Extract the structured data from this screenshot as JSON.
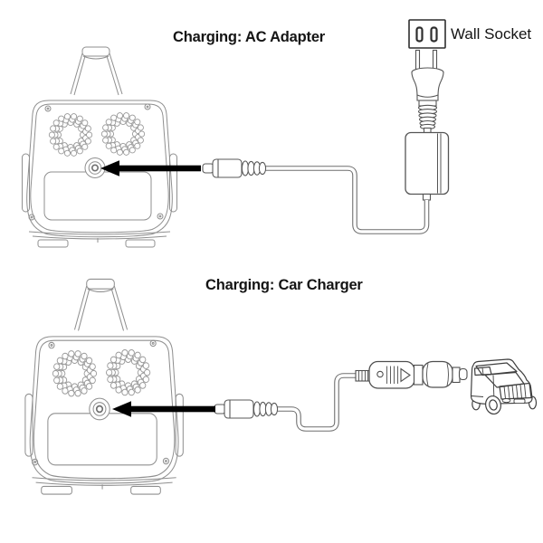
{
  "diagram": {
    "sections": [
      {
        "title": "Charging: AC Adapter",
        "socket_label": "Wall Socket",
        "icons": [
          "device-back-icon",
          "dc-plug-icon",
          "arrow-icon",
          "power-cable",
          "ac-adapter-brick-icon",
          "ac-plug-icon",
          "wall-socket-icon"
        ]
      },
      {
        "title": "Charging: Car Charger",
        "icons": [
          "device-back-icon",
          "dc-plug-icon",
          "arrow-icon",
          "power-cable",
          "car-charger-plug-icon",
          "car-icon"
        ]
      }
    ],
    "colors": {
      "background": "#ffffff",
      "text": "#141414",
      "arrow": "#000000",
      "device_line": "#8f8f8f",
      "hardware_line": "#4a4a4a",
      "cable_line": "#6f6f6f"
    }
  }
}
